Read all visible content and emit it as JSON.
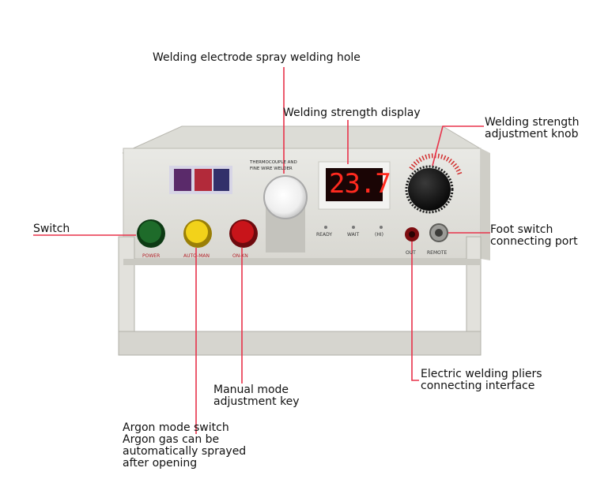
{
  "callouts": {
    "spray_hole": "Welding electrode spray welding hole",
    "strength_display": "Welding strength display",
    "strength_knob": [
      "Welding strength",
      "adjustment knob"
    ],
    "switch": "Switch",
    "foot_switch": [
      "Foot switch",
      "connecting port"
    ],
    "pliers": [
      "Electric welding pliers",
      "connecting interface"
    ],
    "manual_key": [
      "Manual mode",
      "adjustment key"
    ],
    "argon_switch": [
      "Argon mode switch",
      "Argon gas can be",
      "automatically sprayed",
      "after opening"
    ]
  },
  "device": {
    "title_line1": "THERMOCOUPLE AND",
    "title_line2": "FINE WIRE WELDER",
    "display_value": "23.7",
    "status_labels": [
      "READY",
      "WAIT",
      "(HI)"
    ],
    "button_labels": [
      "POWER",
      "AUTO-MAN",
      "ON-KN"
    ],
    "out_label": "OUT",
    "remote_label": "REMOTE"
  },
  "colors": {
    "led": "#ff2a1f",
    "callout_line": "#e8324a",
    "power_button": "#1e6b2a",
    "auto_button": "#f2d21a",
    "manual_button": "#c8141a"
  }
}
